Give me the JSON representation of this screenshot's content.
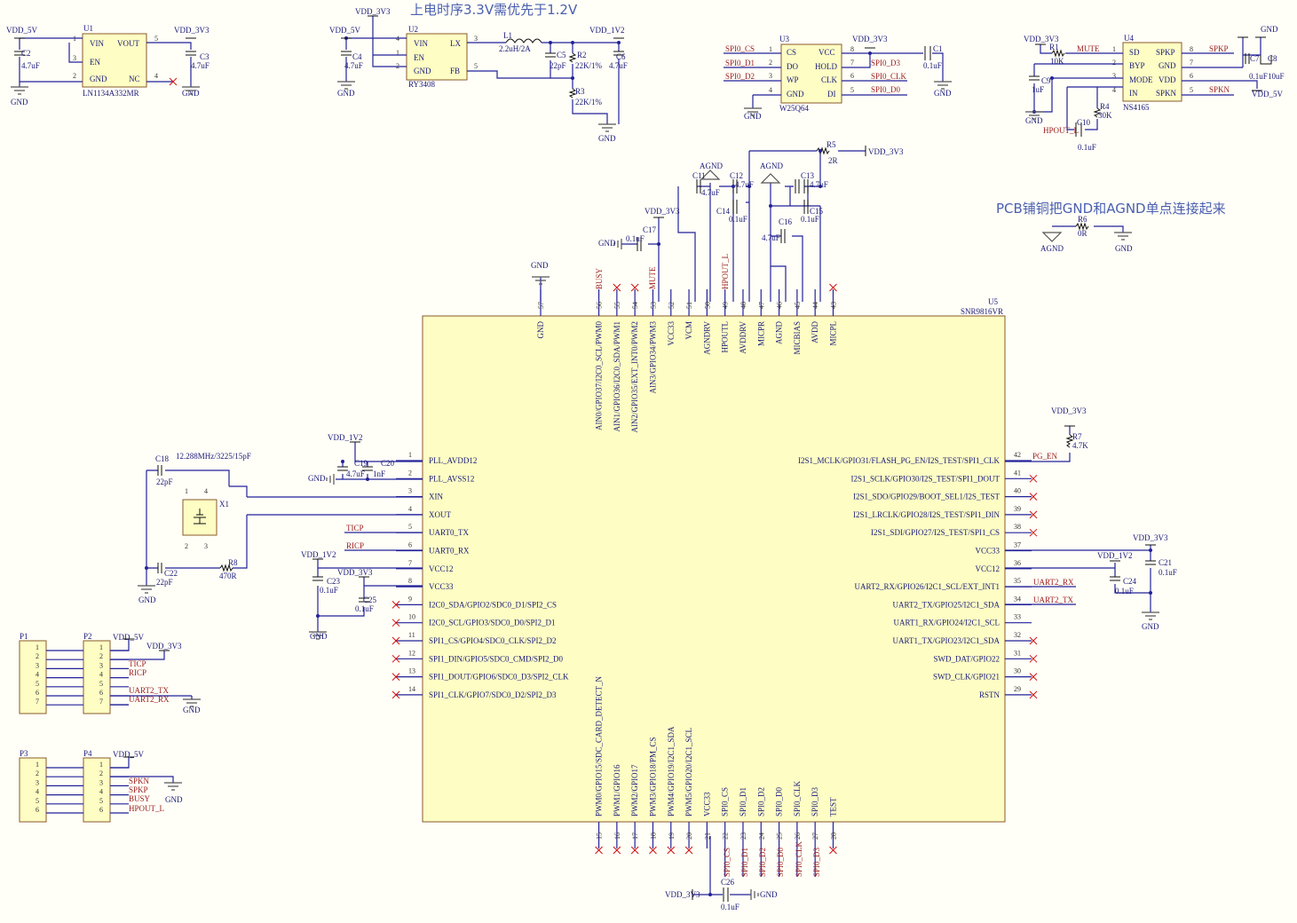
{
  "notes": {
    "power_seq": "上电时序3.3V需优先于1.2V",
    "gnd_join": "PCB铺铜把GND和AGND单点连接起来"
  },
  "power": {
    "vdd5": "VDD_5V",
    "vdd33": "VDD_3V3",
    "vdd12": "VDD_1V2",
    "gnd": "GND",
    "agnd": "AGND"
  },
  "u1": {
    "ref": "U1",
    "part": "LN1134A332MR",
    "pins": [
      {
        "num": "1",
        "name": "VIN"
      },
      {
        "num": "3",
        "name": "EN"
      },
      {
        "num": "2",
        "name": "GND"
      },
      {
        "num": "5",
        "name": "VOUT"
      },
      {
        "num": "4",
        "name": "NC"
      }
    ]
  },
  "u2": {
    "ref": "U2",
    "part": "RY3408",
    "pins": [
      {
        "num": "4",
        "name": "VIN"
      },
      {
        "num": "1",
        "name": "EN"
      },
      {
        "num": "2",
        "name": "GND"
      },
      {
        "num": "3",
        "name": "LX"
      },
      {
        "num": "5",
        "name": "FB"
      }
    ]
  },
  "u3": {
    "ref": "U3",
    "part": "W25Q64",
    "pins": [
      {
        "num": "1",
        "name": "CS"
      },
      {
        "num": "2",
        "name": "DO"
      },
      {
        "num": "3",
        "name": "WP"
      },
      {
        "num": "4",
        "name": "GND"
      },
      {
        "num": "8",
        "name": "VCC"
      },
      {
        "num": "7",
        "name": "HOLD"
      },
      {
        "num": "6",
        "name": "CLK"
      },
      {
        "num": "5",
        "name": "DI"
      }
    ]
  },
  "u4": {
    "ref": "U4",
    "part": "NS4165",
    "pins": [
      {
        "num": "1",
        "name": "SD"
      },
      {
        "num": "2",
        "name": "BYP"
      },
      {
        "num": "3",
        "name": "MODE"
      },
      {
        "num": "4",
        "name": "IN"
      },
      {
        "num": "8",
        "name": "SPKP"
      },
      {
        "num": "7",
        "name": "GND"
      },
      {
        "num": "6",
        "name": "VDD"
      },
      {
        "num": "5",
        "name": "SPKN"
      }
    ]
  },
  "u5": {
    "ref": "U5",
    "part": "SNR9816VR",
    "left": [
      {
        "num": "1",
        "name": "PLL_AVDD12"
      },
      {
        "num": "2",
        "name": "PLL_AVSS12"
      },
      {
        "num": "3",
        "name": "XIN"
      },
      {
        "num": "4",
        "name": "XOUT"
      },
      {
        "num": "5",
        "name": "UART0_TX"
      },
      {
        "num": "6",
        "name": "UART0_RX"
      },
      {
        "num": "7",
        "name": "VCC12"
      },
      {
        "num": "8",
        "name": "VCC33"
      },
      {
        "num": "9",
        "name": "I2C0_SDA/GPIO2/SDC0_D1/SPI2_CS"
      },
      {
        "num": "10",
        "name": "I2C0_SCL/GPIO3/SDC0_D0/SPI2_D1"
      },
      {
        "num": "11",
        "name": "SPI1_CS/GPIO4/SDC0_CLK/SPI2_D2"
      },
      {
        "num": "12",
        "name": "SPI1_DIN/GPIO5/SDC0_CMD/SPI2_D0"
      },
      {
        "num": "13",
        "name": "SPI1_DOUT/GPIO6/SDC0_D3/SPI2_CLK"
      },
      {
        "num": "14",
        "name": "SPI1_CLK/GPIO7/SDC0_D2/SPI2_D3"
      }
    ],
    "right": [
      {
        "num": "42",
        "name": "I2S1_MCLK/GPIO31/FLASH_PG_EN/I2S_TEST/SPI1_CLK"
      },
      {
        "num": "41",
        "name": "I2S1_SCLK/GPIO30/I2S_TEST/SPI1_DOUT"
      },
      {
        "num": "40",
        "name": "I2S1_SDO/GPIO29/BOOT_SEL1/I2S_TEST"
      },
      {
        "num": "39",
        "name": "I2S1_LRCLK/GPIO28/I2S_TEST/SPI1_DIN"
      },
      {
        "num": "38",
        "name": "I2S1_SDI/GPIO27/I2S_TEST/SPI1_CS"
      },
      {
        "num": "37",
        "name": "VCC33"
      },
      {
        "num": "36",
        "name": "VCC12"
      },
      {
        "num": "35",
        "name": "UART2_RX/GPIO26/I2C1_SCL/EXT_INT1"
      },
      {
        "num": "34",
        "name": "UART2_TX/GPIO25/I2C1_SDA"
      },
      {
        "num": "33",
        "name": "UART1_RX/GPIO24/I2C1_SCL"
      },
      {
        "num": "32",
        "name": "UART1_TX/GPIO23/I2C1_SDA"
      },
      {
        "num": "31",
        "name": "SWD_DAT/GPIO22"
      },
      {
        "num": "30",
        "name": "SWD_CLK/GPIO21"
      },
      {
        "num": "29",
        "name": "RSTN"
      }
    ],
    "top": [
      {
        "num": "57",
        "name": "GND"
      },
      {
        "num": "56",
        "name": "AIN0/GPIO37/I2C0_SCL/PWM0"
      },
      {
        "num": "55",
        "name": "AIN1/GPIO36/I2C0_SDA/PWM1"
      },
      {
        "num": "54",
        "name": "AIN2/GPIO35/EXT_INT0/PWM2"
      },
      {
        "num": "53",
        "name": "AIN3/GPIO34/PWM3"
      },
      {
        "num": "52",
        "name": "VCC33"
      },
      {
        "num": "51",
        "name": "VCM"
      },
      {
        "num": "50",
        "name": "AGNDRV"
      },
      {
        "num": "49",
        "name": "HPOUTL"
      },
      {
        "num": "48",
        "name": "AVDDRV"
      },
      {
        "num": "47",
        "name": "MICPR"
      },
      {
        "num": "46",
        "name": "AGND"
      },
      {
        "num": "45",
        "name": "MICBIAS"
      },
      {
        "num": "44",
        "name": "AVDD"
      },
      {
        "num": "43",
        "name": "MICPL"
      }
    ],
    "bottom": [
      {
        "num": "15",
        "name": "PWM0/GPIO15/SDC_CARD_DETECT_N"
      },
      {
        "num": "16",
        "name": "PWM1/GPIO16"
      },
      {
        "num": "17",
        "name": "PWM2/GPIO17"
      },
      {
        "num": "18",
        "name": "PWM3/GPIO18/PM_CS"
      },
      {
        "num": "19",
        "name": "PWM4/GPIO19/I2C1_SDA"
      },
      {
        "num": "20",
        "name": "PWM5/GPIO20/I2C1_SCL"
      },
      {
        "num": "21",
        "name": "VCC33"
      },
      {
        "num": "22",
        "name": "SPI0_CS"
      },
      {
        "num": "23",
        "name": "SPI0_D1"
      },
      {
        "num": "24",
        "name": "SPI0_D2"
      },
      {
        "num": "25",
        "name": "SPI0_D0"
      },
      {
        "num": "26",
        "name": "SPI0_CLK"
      },
      {
        "num": "27",
        "name": "SPI0_D3"
      },
      {
        "num": "28",
        "name": "TEST"
      }
    ]
  },
  "nets": {
    "busy": "BUSY",
    "mute": "MUTE",
    "hpout_l": "HPOUT_L",
    "spi0_cs": "SPI0_CS",
    "spi0_d0": "SPI0_D0",
    "spi0_d1": "SPI0_D1",
    "spi0_d2": "SPI0_D2",
    "spi0_d3": "SPI0_D3",
    "spi0_clk": "SPI0_CLK",
    "spkp": "SPKP",
    "spkn": "SPKN",
    "pg_en": "PG_EN",
    "uart2_rx": "UART2_RX",
    "uart2_tx": "UART2_TX",
    "ticp": "TICP",
    "ricp": "RICP"
  },
  "passives": {
    "c1": {
      "ref": "C1",
      "val": "0.1uF"
    },
    "c2": {
      "ref": "C2",
      "val": "4.7uF"
    },
    "c3": {
      "ref": "C3",
      "val": "4.7uF"
    },
    "c4": {
      "ref": "C4",
      "val": "4.7uF"
    },
    "c5": {
      "ref": "C5",
      "val": "22pF"
    },
    "c6": {
      "ref": "C6",
      "val": "4.7uF"
    },
    "c7": {
      "ref": "C7",
      "val": "0.1uF"
    },
    "c8": {
      "ref": "C8",
      "val": "10uF"
    },
    "c9": {
      "ref": "C9",
      "val": "1uF"
    },
    "c10": {
      "ref": "C10",
      "val": "0.1uF"
    },
    "c11": {
      "ref": "C11",
      "val": "4.7uF"
    },
    "c12": {
      "ref": "C12",
      "val": "4.7uF"
    },
    "c13": {
      "ref": "C13",
      "val": "4.7uF"
    },
    "c14": {
      "ref": "C14",
      "val": "0.1uF"
    },
    "c15": {
      "ref": "C15",
      "val": "0.1uF"
    },
    "c16": {
      "ref": "C16",
      "val": "4.7uF"
    },
    "c17": {
      "ref": "C17",
      "val": "0.1uF"
    },
    "c18": {
      "ref": "C18",
      "val": "22pF"
    },
    "c19": {
      "ref": "C19",
      "val": "4.7uF"
    },
    "c20": {
      "ref": "C20",
      "val": "1nF"
    },
    "c21": {
      "ref": "C21",
      "val": "0.1uF"
    },
    "c22": {
      "ref": "C22",
      "val": "22pF"
    },
    "c23": {
      "ref": "C23",
      "val": "0.1uF"
    },
    "c24": {
      "ref": "C24",
      "val": "0.1uF"
    },
    "c25": {
      "ref": "C25",
      "val": "0.1uF"
    },
    "c26": {
      "ref": "C26",
      "val": "0.1uF"
    },
    "r1": {
      "ref": "R1",
      "val": "10K"
    },
    "r2": {
      "ref": "R2",
      "val": "22K/1%"
    },
    "r3": {
      "ref": "R3",
      "val": "22K/1%"
    },
    "r4": {
      "ref": "R4",
      "val": "30K"
    },
    "r5": {
      "ref": "R5",
      "val": "2R"
    },
    "r6": {
      "ref": "R6",
      "val": "0R"
    },
    "r7": {
      "ref": "R7",
      "val": "4.7K"
    },
    "r8": {
      "ref": "R8",
      "val": "470R"
    },
    "l1": {
      "ref": "L1",
      "val": "2.2uH/2A"
    },
    "x1": {
      "ref": "X1",
      "val": "12.288MHz/3225/15pF"
    }
  },
  "connectors": {
    "p1": {
      "ref": "P1",
      "pins": [
        "1",
        "2",
        "3",
        "4",
        "5",
        "6",
        "7"
      ]
    },
    "p2": {
      "ref": "P2",
      "pins": [
        "1",
        "2",
        "3",
        "4",
        "5",
        "6",
        "7"
      ]
    },
    "p3": {
      "ref": "P3",
      "pins": [
        "1",
        "2",
        "3",
        "4",
        "5",
        "6"
      ]
    },
    "p4": {
      "ref": "P4",
      "pins": [
        "1",
        "2",
        "3",
        "4",
        "5",
        "6"
      ]
    }
  },
  "crystal_pins": [
    "1",
    "4",
    "2",
    "3"
  ]
}
